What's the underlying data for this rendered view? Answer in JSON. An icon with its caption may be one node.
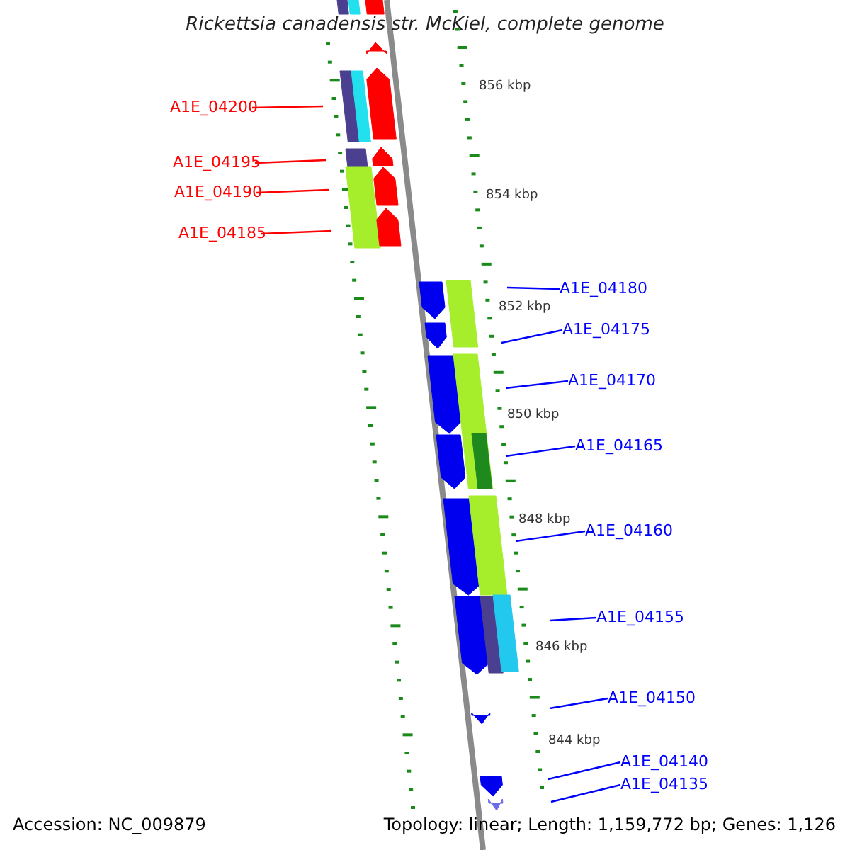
{
  "diagram": {
    "title": "Rickettsia canadensis str. McKiel, complete genome",
    "nodes": [
      {
        "text": [
          "A1E_04200"
        ]
      },
      {
        "text": [
          "A1E_04195"
        ]
      },
      {
        "text": [
          "A1E_04190"
        ]
      },
      {
        "text": [
          "A1E_04185"
        ]
      },
      {
        "text": [
          "A1E_04180"
        ]
      },
      {
        "text": [
          "A1E_04175"
        ]
      },
      {
        "text": [
          "A1E_04170"
        ]
      },
      {
        "text": [
          "A1E_04165"
        ]
      },
      {
        "text": [
          "A1E_04160"
        ]
      },
      {
        "text": [
          "A1E_04155"
        ]
      },
      {
        "text": [
          "A1E_04150"
        ]
      },
      {
        "text": [
          "A1E_04140"
        ]
      },
      {
        "text": [
          "A1E_04135"
        ]
      }
    ],
    "edges": [
      {
        "from": 0,
        "to": null,
        "arrow": "none",
        "color": "#ff0000"
      },
      {
        "from": 1,
        "to": null,
        "arrow": "none",
        "color": "#ff0000"
      },
      {
        "from": 2,
        "to": null,
        "arrow": "none",
        "color": "#ff0000"
      },
      {
        "from": 3,
        "to": null,
        "arrow": "none",
        "color": "#ff0000"
      },
      {
        "from": 4,
        "to": null,
        "arrow": "none"
      },
      {
        "from": 5,
        "to": null,
        "arrow": "none"
      },
      {
        "from": 6,
        "to": null,
        "arrow": "none"
      },
      {
        "from": 7,
        "to": null,
        "arrow": "none"
      },
      {
        "from": 8,
        "to": null,
        "arrow": "none"
      },
      {
        "from": 9,
        "to": null,
        "arrow": "none"
      },
      {
        "from": 10,
        "to": null,
        "arrow": "none"
      },
      {
        "from": 11,
        "to": null,
        "arrow": "none"
      },
      {
        "from": 12,
        "to": null,
        "arrow": "none"
      }
    ],
    "labels": [
      "856 kbp",
      "854 kbp",
      "852 kbp",
      "850 kbp",
      "848 kbp",
      "846 kbp",
      "844 kbp",
      "Accession: NC_009879",
      "Topology: linear; Length: 1,159,772 bp; Genes: 1,126"
    ]
  }
}
